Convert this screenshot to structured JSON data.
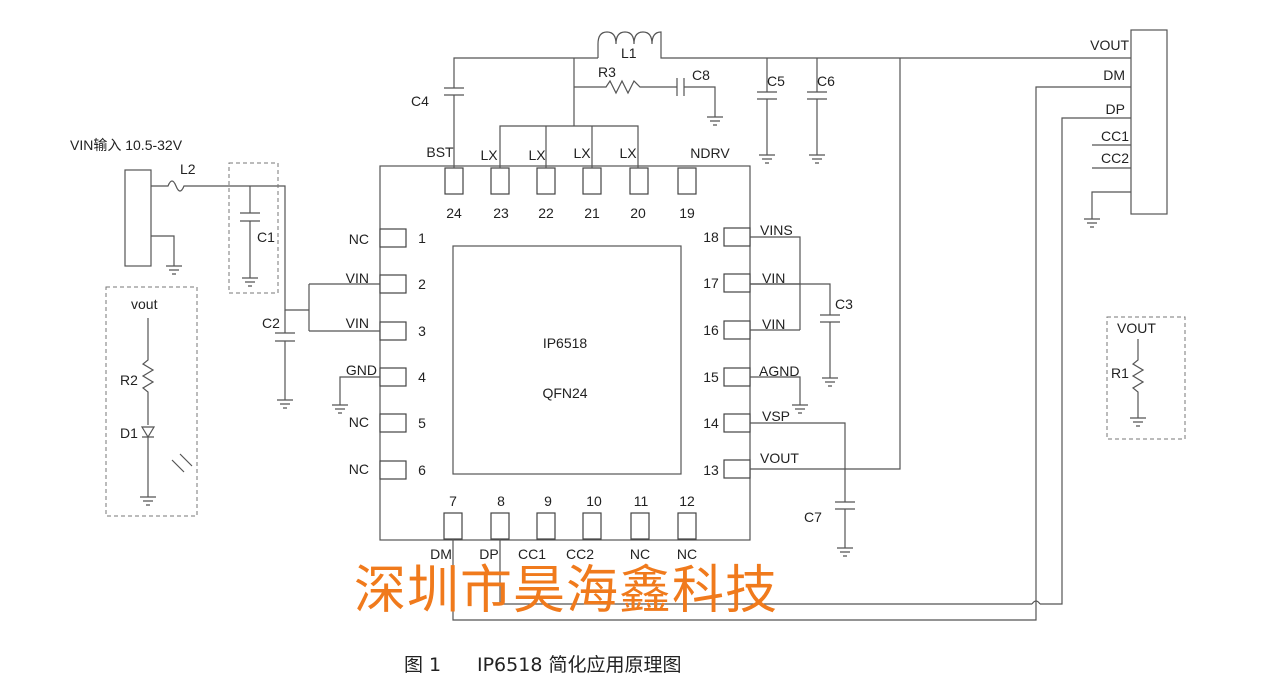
{
  "figure": {
    "caption_prefix": "图 1",
    "caption_title": "IP6518 简化应用原理图",
    "watermark": "深圳市昊海鑫科技"
  },
  "chip": {
    "part": "IP6518",
    "package": "QFN24",
    "pins": {
      "p1": {
        "num": "1",
        "name": "NC"
      },
      "p2": {
        "num": "2",
        "name": "VIN"
      },
      "p3": {
        "num": "3",
        "name": "VIN"
      },
      "p4": {
        "num": "4",
        "name": "GND"
      },
      "p5": {
        "num": "5",
        "name": "NC"
      },
      "p6": {
        "num": "6",
        "name": "NC"
      },
      "p7": {
        "num": "7",
        "name": "DM"
      },
      "p8": {
        "num": "8",
        "name": "DP"
      },
      "p9": {
        "num": "9",
        "name": "CC1"
      },
      "p10": {
        "num": "10",
        "name": "CC2"
      },
      "p11": {
        "num": "11",
        "name": "NC"
      },
      "p12": {
        "num": "12",
        "name": "NC"
      },
      "p13": {
        "num": "13",
        "name": "VOUT"
      },
      "p14": {
        "num": "14",
        "name": "VSP"
      },
      "p15": {
        "num": "15",
        "name": "AGND"
      },
      "p16": {
        "num": "16",
        "name": "VIN"
      },
      "p17": {
        "num": "17",
        "name": "VIN"
      },
      "p18": {
        "num": "18",
        "name": "VINS"
      },
      "p19": {
        "num": "19",
        "name": "NDRV"
      },
      "p20": {
        "num": "20",
        "name": "LX"
      },
      "p21": {
        "num": "21",
        "name": "LX"
      },
      "p22": {
        "num": "22",
        "name": "LX"
      },
      "p23": {
        "num": "23",
        "name": "LX"
      },
      "p24": {
        "num": "24",
        "name": "BST"
      }
    }
  },
  "input": {
    "label": "VIN输入  10.5-32V"
  },
  "components": {
    "L1": "L1",
    "L2": "L2",
    "R1": "R1",
    "R2": "R2",
    "R3": "R3",
    "C1": "C1",
    "C2": "C2",
    "C3": "C3",
    "C4": "C4",
    "C5": "C5",
    "C6": "C6",
    "C7": "C7",
    "C8": "C8",
    "D1": "D1"
  },
  "led_box": {
    "vout": "vout"
  },
  "r1_box": {
    "vout": "VOUT"
  },
  "usb_connector": {
    "pins": [
      "VOUT",
      "DM",
      "DP",
      "CC1",
      "CC2"
    ]
  }
}
